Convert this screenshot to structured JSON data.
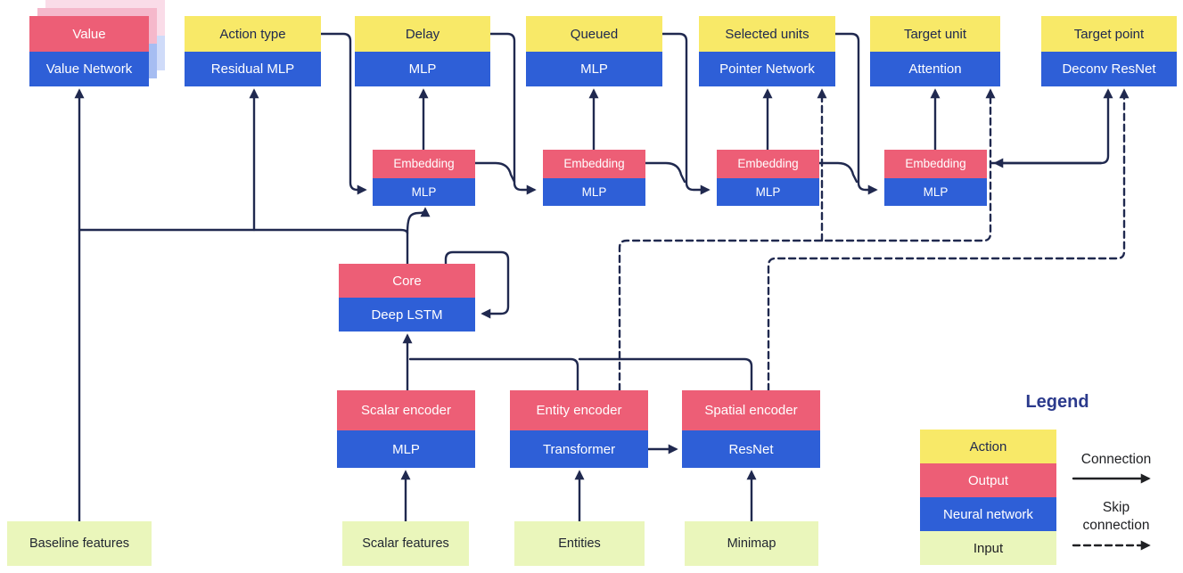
{
  "diagram": {
    "heads": [
      {
        "top": "Value",
        "bottom": "Value Network"
      },
      {
        "top": "Action type",
        "bottom": "Residual MLP"
      },
      {
        "top": "Delay",
        "bottom": "MLP"
      },
      {
        "top": "Queued",
        "bottom": "MLP"
      },
      {
        "top": "Selected units",
        "bottom": "Pointer Network"
      },
      {
        "top": "Target unit",
        "bottom": "Attention"
      },
      {
        "top": "Target point",
        "bottom": "Deconv ResNet"
      }
    ],
    "embeddings": [
      {
        "top": "Embedding",
        "bottom": "MLP"
      },
      {
        "top": "Embedding",
        "bottom": "MLP"
      },
      {
        "top": "Embedding",
        "bottom": "MLP"
      },
      {
        "top": "Embedding",
        "bottom": "MLP"
      }
    ],
    "core": {
      "top": "Core",
      "bottom": "Deep LSTM"
    },
    "encoders": [
      {
        "top": "Scalar encoder",
        "bottom": "MLP"
      },
      {
        "top": "Entity encoder",
        "bottom": "Transformer"
      },
      {
        "top": "Spatial encoder",
        "bottom": "ResNet"
      }
    ],
    "inputs": [
      "Baseline features",
      "Scalar features",
      "Entities",
      "Minimap"
    ],
    "legend": {
      "title": "Legend",
      "items": [
        {
          "label": "Action"
        },
        {
          "label": "Output"
        },
        {
          "label": "Neural network"
        },
        {
          "label": "Input"
        }
      ],
      "connection_label": "Connection",
      "skip_connection_label": "Skip connection"
    },
    "colors": {
      "action": "#f8e968",
      "output": "#ed5e76",
      "neural_network": "#2e5fd7",
      "input": "#eaf6bb",
      "connection_line": "#20294f"
    }
  }
}
